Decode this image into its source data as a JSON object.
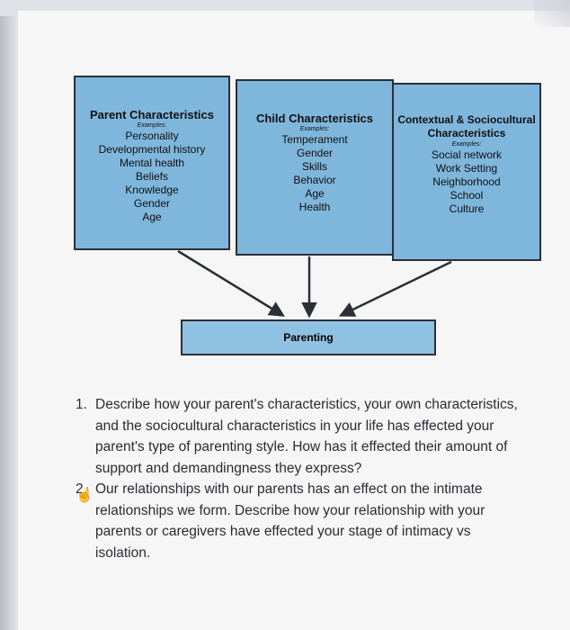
{
  "boxes": [
    {
      "title": "Parent Characteristics",
      "examples_label": "Examples:",
      "items": [
        "Personality",
        "Developmental history",
        "Mental health",
        "Beliefs",
        "Knowledge",
        "Gender",
        "Age"
      ]
    },
    {
      "title": "Child Characteristics",
      "examples_label": "Examples:",
      "items": [
        "Temperament",
        "Gender",
        "Skills",
        "Behavior",
        "Age",
        "Health"
      ]
    },
    {
      "title_line1": "Contextual & Sociocultural",
      "title_line2": "Characteristics",
      "examples_label": "Examples:",
      "items": [
        "Social network",
        "Work Setting",
        "Neighborhood",
        "School",
        "Culture"
      ]
    }
  ],
  "parenting_label": "Parenting",
  "questions": [
    {
      "number": "1.",
      "text": "Describe how your parent's characteristics, your own characteristics, and the sociocultural characteristics in your life has effected your parent's type of parenting style. How has it effected their amount of support and demandingness they express?"
    },
    {
      "number": "2.",
      "text": "Our relationships with our parents has an effect on the intimate relationships we form. Describe how your relationship with your parents or caregivers have effected your stage of intimacy vs isolation."
    }
  ],
  "colors": {
    "box_fill": "#7fb6dc",
    "box_border": "#2b2f36",
    "arrow": "#2b2f36"
  }
}
